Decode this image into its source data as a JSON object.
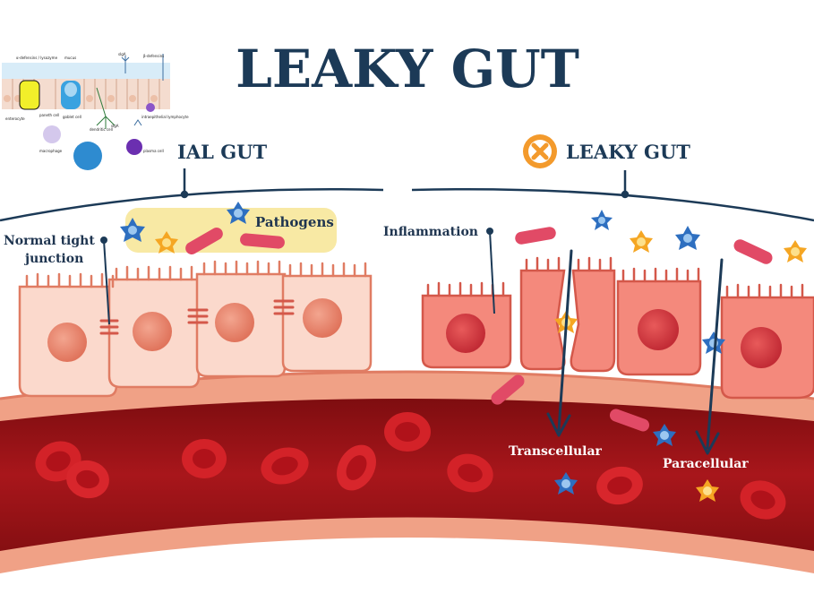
{
  "title": "LEAKY GUT",
  "normal_section": {
    "label": "IAL GUT"
  },
  "leaky_section": {
    "label": "LEAKY GUT",
    "icon": "x-circle-icon",
    "icon_color": "#f39a2c"
  },
  "labels": {
    "pathogens": "Pathogens",
    "normal_tight_junction_line1": "Normal tight",
    "normal_tight_junction_line2": "junction",
    "inflammation": "Inflammation",
    "transcellular": "Transcellular",
    "paracellular": "Paracellular"
  },
  "inset": {
    "labels": {
      "antimicrobial": "α-defensins / lysozyme",
      "mucus": "mucus",
      "iga_top": "sIgA",
      "beta_defensins": "β-defensins",
      "enterocyte": "enterocyte",
      "paneth": "paneth cell",
      "goblet": "goblet cell",
      "dendritic": "dendritic cell",
      "iga_mid": "sIgA",
      "lymphocyte": "intraepithelial lymphocyte",
      "macrophage": "macrophage",
      "plasma": "plasma cell"
    }
  },
  "colors": {
    "title": "#1c3a57",
    "label": "#1f3550",
    "blood": "#9e1318",
    "wall": "#f0a186",
    "normal_cell": "#fbd9cc",
    "inflamed_cell": "#f4897c",
    "pathogen_bg": "#f8e9a4"
  }
}
